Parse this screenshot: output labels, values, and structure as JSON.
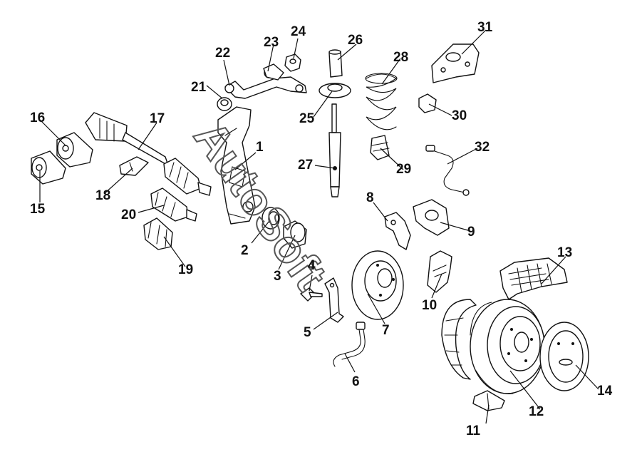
{
  "watermark": "AutoSoft",
  "callouts": [
    "1",
    "2",
    "3",
    "4",
    "5",
    "6",
    "7",
    "8",
    "9",
    "10",
    "11",
    "12",
    "13",
    "14",
    "15",
    "16",
    "17",
    "18",
    "19",
    "20",
    "21",
    "22",
    "23",
    "24",
    "25",
    "26",
    "27",
    "28",
    "29",
    "30",
    "31",
    "32"
  ],
  "colors": {
    "line": "#111111",
    "background": "#ffffff",
    "watermark": "#555555"
  }
}
